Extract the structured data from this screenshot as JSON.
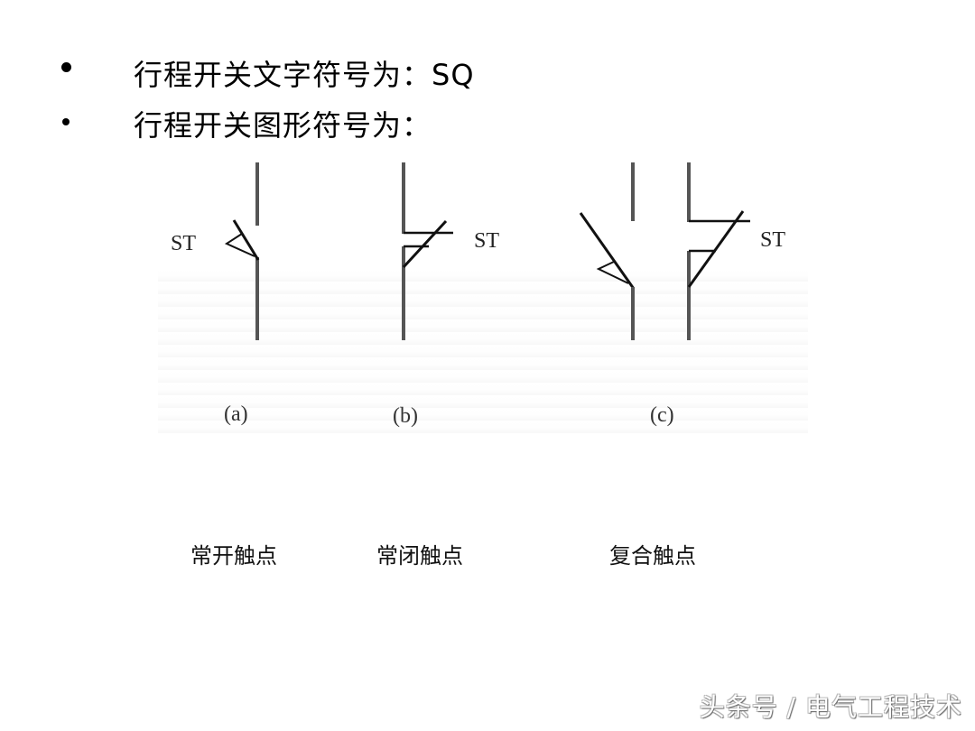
{
  "bullets": [
    {
      "symbol": "•",
      "text": "行程开关文字符号为：SQ"
    },
    {
      "symbol": "•",
      "text": "行程开关图形符号为："
    }
  ],
  "diagram": {
    "symbol_labels": {
      "a": "ST",
      "b": "ST",
      "c": "ST"
    },
    "figure_labels": [
      "(a)",
      "(b)",
      "(c)"
    ],
    "line_color": "#111111",
    "lead_color": "#555555"
  },
  "captions": [
    "常开触点",
    "常闭触点",
    "复合触点"
  ],
  "watermark": "头条号 / 电气工程技术"
}
